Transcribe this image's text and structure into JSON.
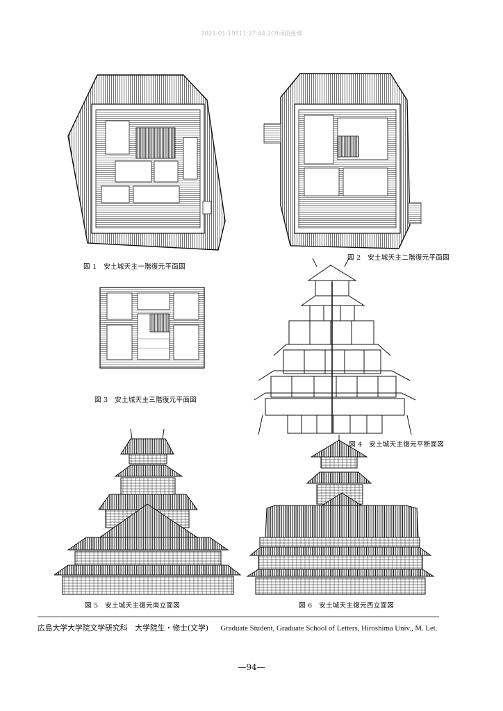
{
  "header": {
    "watermark": "2021-01-19T11:27:44.209河田克博"
  },
  "figures": [
    {
      "caption": "図 1　安土城天主一階復元平面図"
    },
    {
      "caption": "図 2　安土城天主二階復元平面図"
    },
    {
      "caption": "図 3　安土城天主三階復元平面図"
    },
    {
      "caption": "図 4　安土城天主復元平断面図"
    },
    {
      "caption": "図 5　安土城天主復元南立面図"
    },
    {
      "caption": "図 6　安土城天主復元西立面図"
    }
  ],
  "footer": {
    "affiliation_ja": "広島大学大学院文学研究科　大学院生・修士(文学)",
    "affiliation_en": "Graduate Student, Graduate School of Letters, Hiroshima Univ., M. Let."
  },
  "page_number": "—94—"
}
